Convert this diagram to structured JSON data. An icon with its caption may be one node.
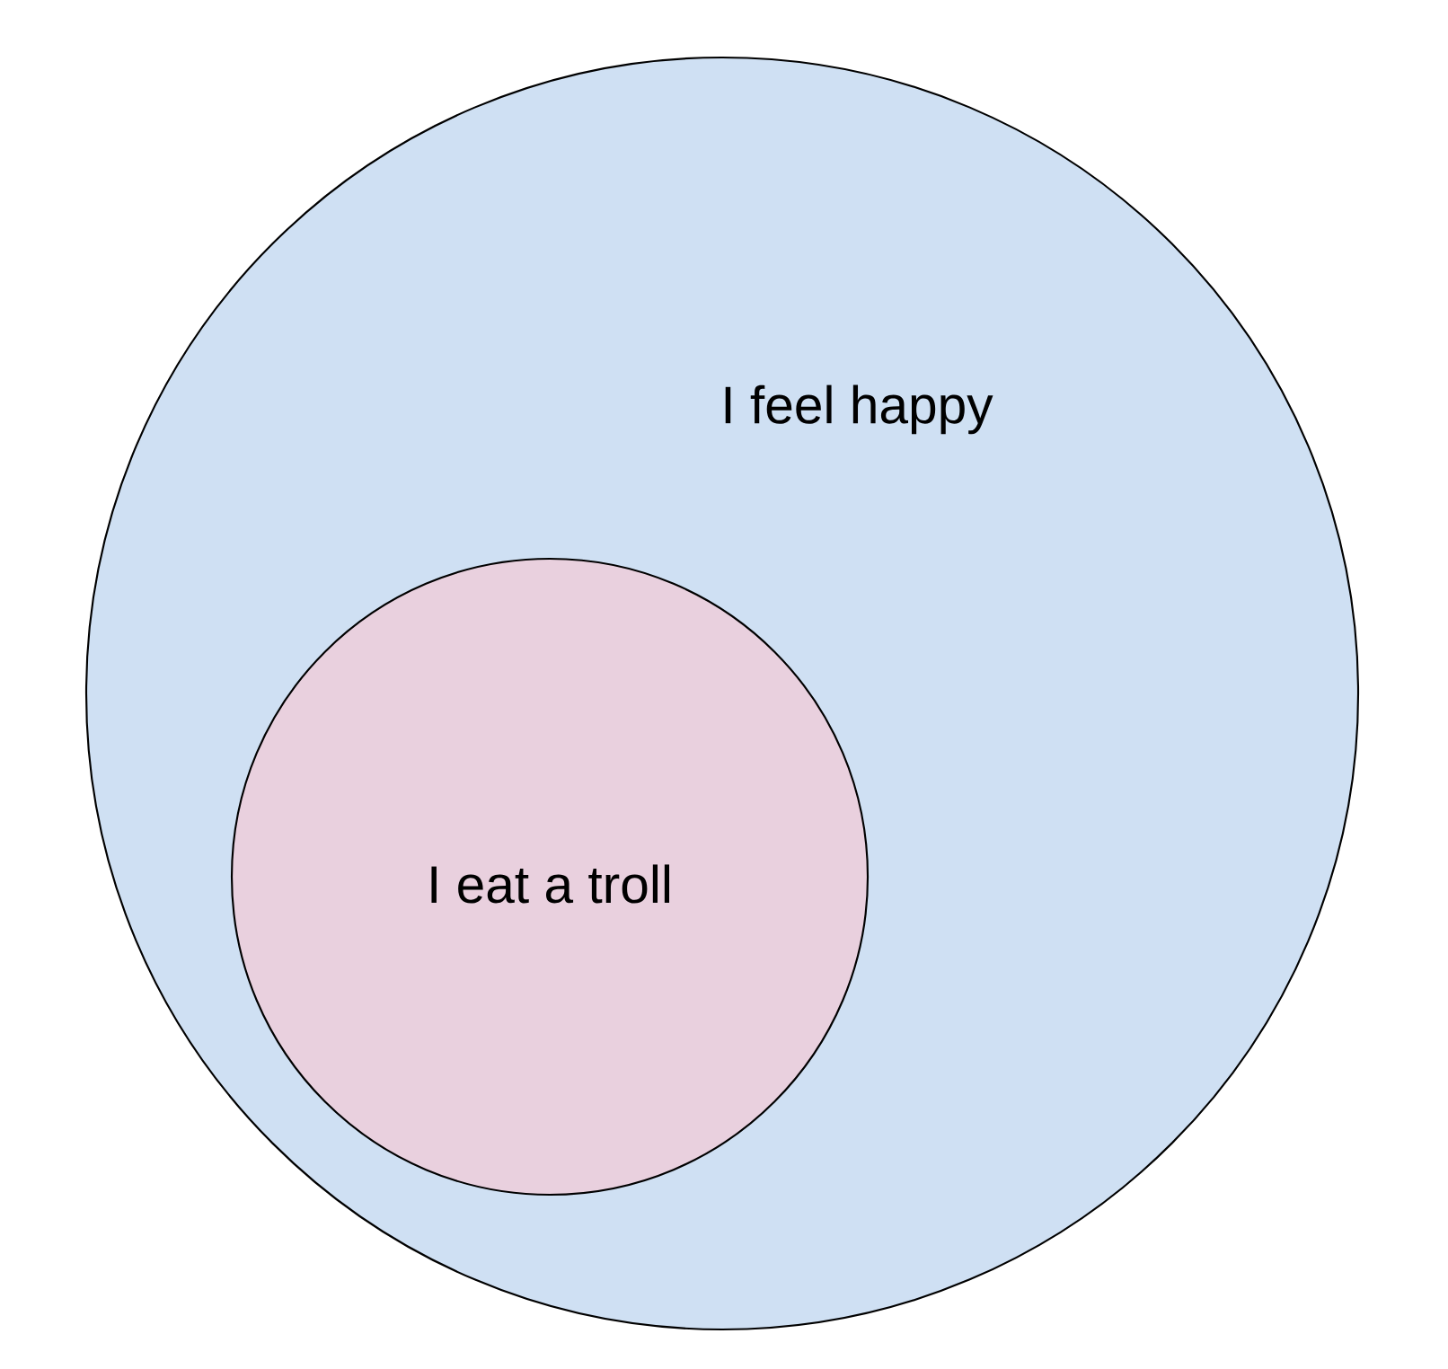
{
  "diagram": {
    "nodes": [
      {
        "text": [
          "I feel happy"
        ]
      },
      {
        "text": [
          "I eat a troll"
        ],
        "in": 0
      }
    ]
  }
}
